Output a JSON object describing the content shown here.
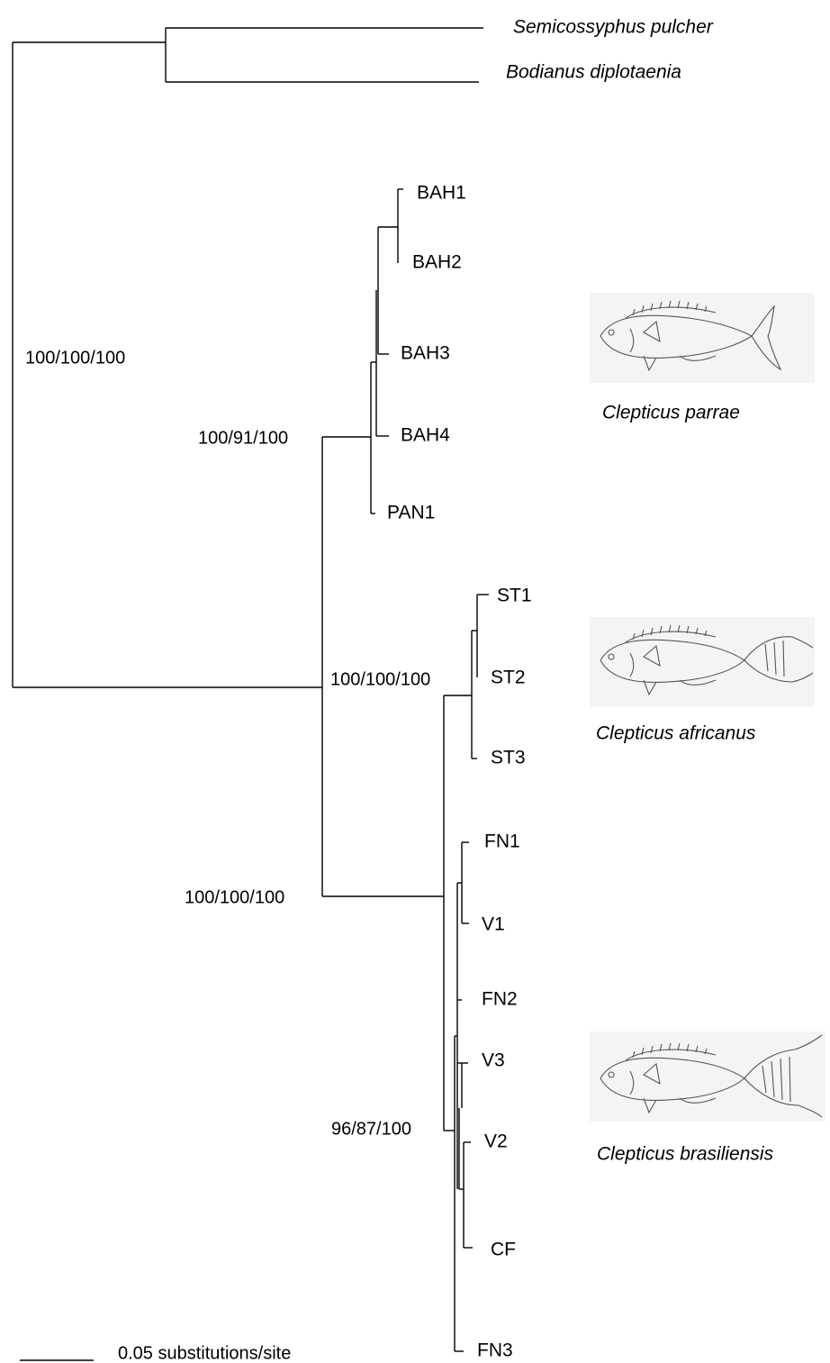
{
  "outgroups": {
    "semicossyphus": "Semicossyphus pulcher",
    "bodianus": "Bodianus diplotaenia"
  },
  "tips": {
    "bah1": "BAH1",
    "bah2": "BAH2",
    "bah3": "BAH3",
    "bah4": "BAH4",
    "pan1": "PAN1",
    "st1": "ST1",
    "st2": "ST2",
    "st3": "ST3",
    "fn1": "FN1",
    "v1": "V1",
    "fn2": "FN2",
    "v3": "V3",
    "v2": "V2",
    "cf": "CF",
    "fn3": "FN3"
  },
  "support": {
    "root": "100/100/100",
    "parrae": "100/91/100",
    "africanus": "100/100/100",
    "african_brasil": "100/100/100",
    "brasiliensis": "96/87/100"
  },
  "species": {
    "parrae": "Clepticus parrae",
    "africanus": "Clepticus africanus",
    "brasiliensis": "Clepticus brasiliensis"
  },
  "scale_bar": {
    "label": "0.05 substitutions/site"
  },
  "icons": [
    "fish-parrae-illustration",
    "fish-africanus-illustration",
    "fish-brasiliensis-illustration"
  ]
}
